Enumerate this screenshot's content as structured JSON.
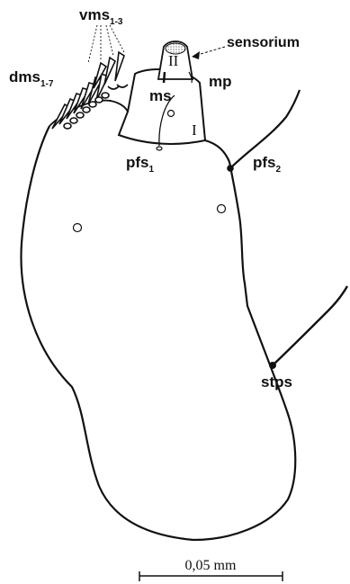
{
  "labels": {
    "vms": "vms",
    "vms_sub": "1-3",
    "dms": "dms",
    "dms_sub": "1-7",
    "sensorium": "sensorium",
    "mp": "mp",
    "ms": "ms",
    "segment_1": "I",
    "segment_2": "II",
    "pfs1": "pfs",
    "pfs1_sub": "1",
    "pfs2": "pfs",
    "pfs2_sub": "2",
    "stps": "stps"
  },
  "scale_bar": {
    "label": "0,05 mm"
  }
}
